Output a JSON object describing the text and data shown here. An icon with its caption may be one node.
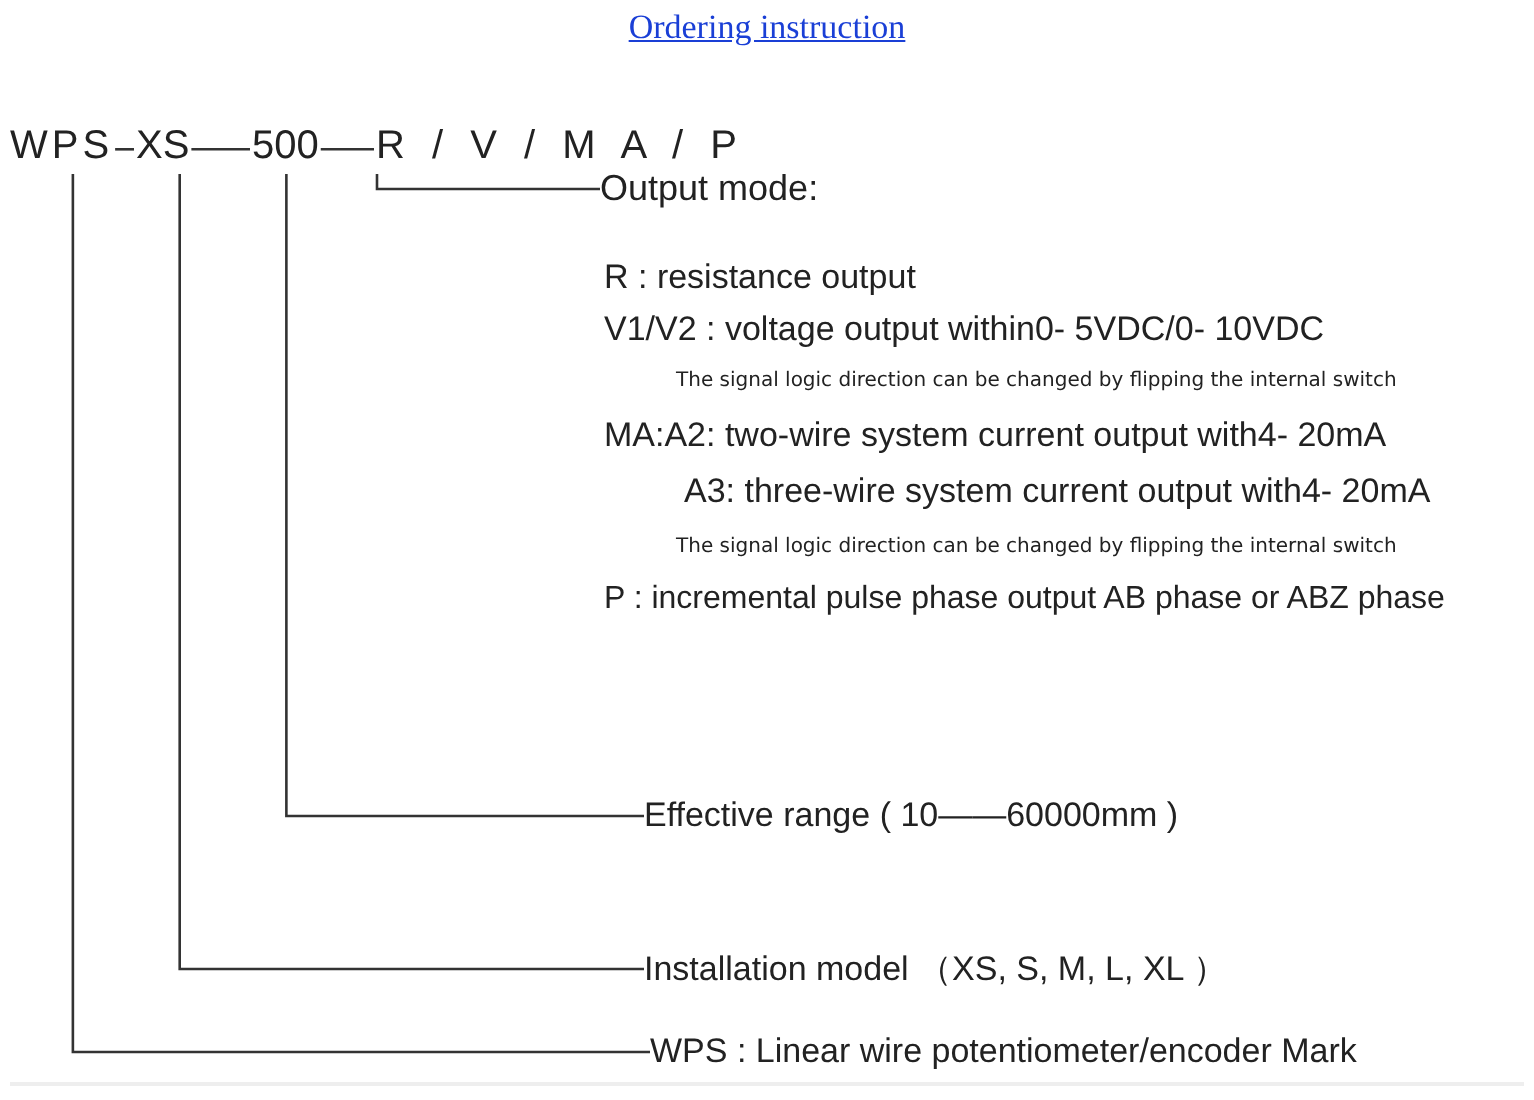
{
  "diagram": {
    "title": "Ordering instruction",
    "nodes": [
      {
        "text": [
          "WPS"
        ]
      },
      {
        "text": [
          "XS"
        ]
      },
      {
        "text": [
          "500"
        ]
      },
      {
        "text": [
          "R / V / M A / P"
        ]
      },
      {
        "text": [
          "Output mode:",
          "R : resistance output",
          "V1/V2 : voltage output within0- 5VDC/0- 10VDC",
          "The signal logic direction can be changed by flipping the internal switch",
          "MA:A2: two-wire system current output with4- 20mA",
          "A3: three-wire system current output with4- 20mA",
          "The signal logic direction can be changed by flipping the internal switch",
          "P : incremental pulse phase output AB phase or ABZ phase"
        ]
      },
      {
        "text": [
          "Effective range ( 10——60000mm )"
        ]
      },
      {
        "text": [
          "Installation model （XS, S, M, L, XL ）"
        ]
      },
      {
        "text": [
          "WPS : Linear wire potentiometer/encoder Mark"
        ]
      }
    ],
    "edges": [
      {
        "from": 0,
        "to": 1,
        "arrow": "none"
      },
      {
        "from": 1,
        "to": 2,
        "arrow": "none"
      },
      {
        "from": 2,
        "to": 3,
        "arrow": "none"
      },
      {
        "from": 3,
        "to": 4,
        "arrow": "none"
      },
      {
        "from": 2,
        "to": 5,
        "arrow": "none"
      },
      {
        "from": 1,
        "to": 6,
        "arrow": "none"
      },
      {
        "from": 0,
        "to": 7,
        "arrow": "none"
      }
    ]
  }
}
